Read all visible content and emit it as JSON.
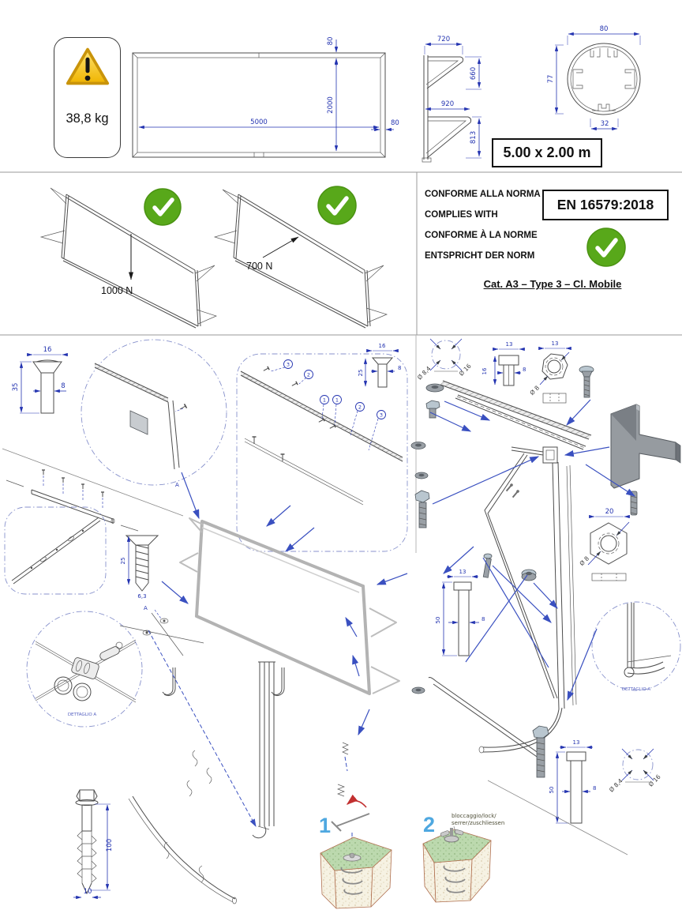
{
  "header": {
    "weight": "38,8 kg",
    "size_box": "5.00 x 2.00 m"
  },
  "front_view": {
    "width": "5000",
    "height": "2000",
    "profile_top": "80",
    "profile_right": "80"
  },
  "side_view": {
    "top_width": "720",
    "upper_height": "660",
    "mid_width": "920",
    "lower_height": "813"
  },
  "profile_section": {
    "width": "80",
    "height": "77",
    "slot": "32"
  },
  "load_test": {
    "vertical": "1000 N",
    "horizontal": "700 N"
  },
  "compliance": {
    "lines": [
      "CONFORME ALLA NORMA",
      "COMPLIES WITH",
      "CONFORME À LA NORME",
      "ENTSPRICHT DER NORM"
    ],
    "norm": "EN 16579:2018",
    "category": "Cat. A3 – Type 3 – Cl. Mobile"
  },
  "fasteners": {
    "csk35": {
      "head": "16",
      "len": "35",
      "dia": "8"
    },
    "csk25": {
      "head": "16",
      "len": "25",
      "dia": "8"
    },
    "drill": {
      "len": "25",
      "dia": "6,3"
    },
    "washer": {
      "inner": "Ø 8,4",
      "outer": "Ø 16"
    },
    "slotnut": {
      "w": "13",
      "h": "16",
      "dia": "8"
    },
    "hexnut13": {
      "w": "13",
      "dia": "Ø 8"
    },
    "hexnut20": {
      "w": "20",
      "dia": "Ø 8"
    },
    "bolt50": {
      "head": "13",
      "len": "50",
      "dia": "8"
    },
    "ground": {
      "len": "100",
      "dia": "10"
    }
  },
  "callouts": [
    "3",
    "2",
    "1",
    "1",
    "2",
    "3"
  ],
  "labels": {
    "detail_a": "DETTAGLIO A",
    "leader_a": "A"
  },
  "steps": {
    "one": "1",
    "two": "2",
    "lock1": "bloccaggio/lock/",
    "lock2": "serrer/zuschliessen"
  },
  "colors": {
    "dimension_blue": "#2333b0",
    "leader_blue": "#3a50c0",
    "check_green": "#58a81a",
    "warning_yellow": "#f5b800",
    "step_number_blue": "#4fa8e0"
  }
}
